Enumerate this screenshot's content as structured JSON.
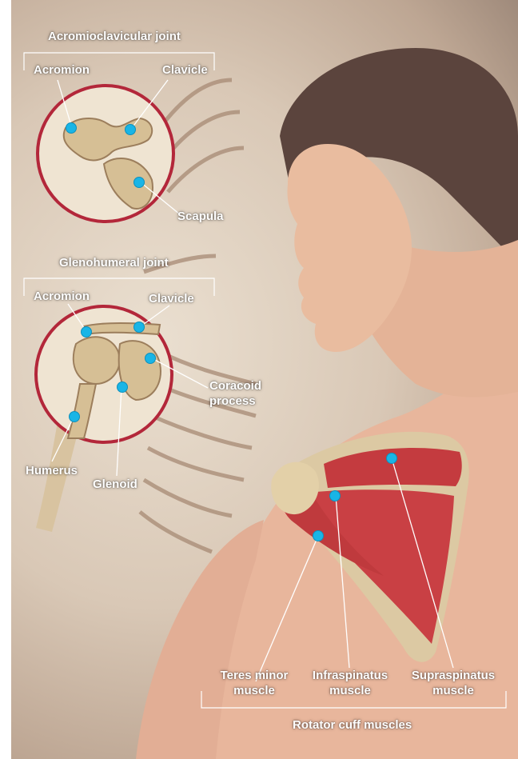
{
  "colors": {
    "marker": "#19b5e6",
    "circle_border": "#b3273a",
    "muscle": "#c63a3f",
    "bone": "#d9c59a",
    "skin": "#e9b79a",
    "hair": "#4f3a35"
  },
  "sections": {
    "acromioclavicular": {
      "title": "Acromioclavicular joint",
      "labels": {
        "acromion": "Acromion",
        "clavicle": "Clavicle",
        "scapula": "Scapula"
      }
    },
    "glenohumeral": {
      "title": "Glenohumeral joint",
      "labels": {
        "acromion": "Acromion",
        "clavicle": "Clavicle",
        "coracoid_line1": "Coracoid",
        "coracoid_line2": "process",
        "humerus": "Humerus",
        "glenoid": "Glenoid"
      }
    },
    "rotator_cuff": {
      "title": "Rotator cuff muscles",
      "labels": {
        "teres_line1": "Teres minor",
        "teres_line2": "muscle",
        "infra_line1": "Infraspinatus",
        "infra_line2": "muscle",
        "supra_line1": "Supraspinatus",
        "supra_line2": "muscle"
      }
    }
  }
}
